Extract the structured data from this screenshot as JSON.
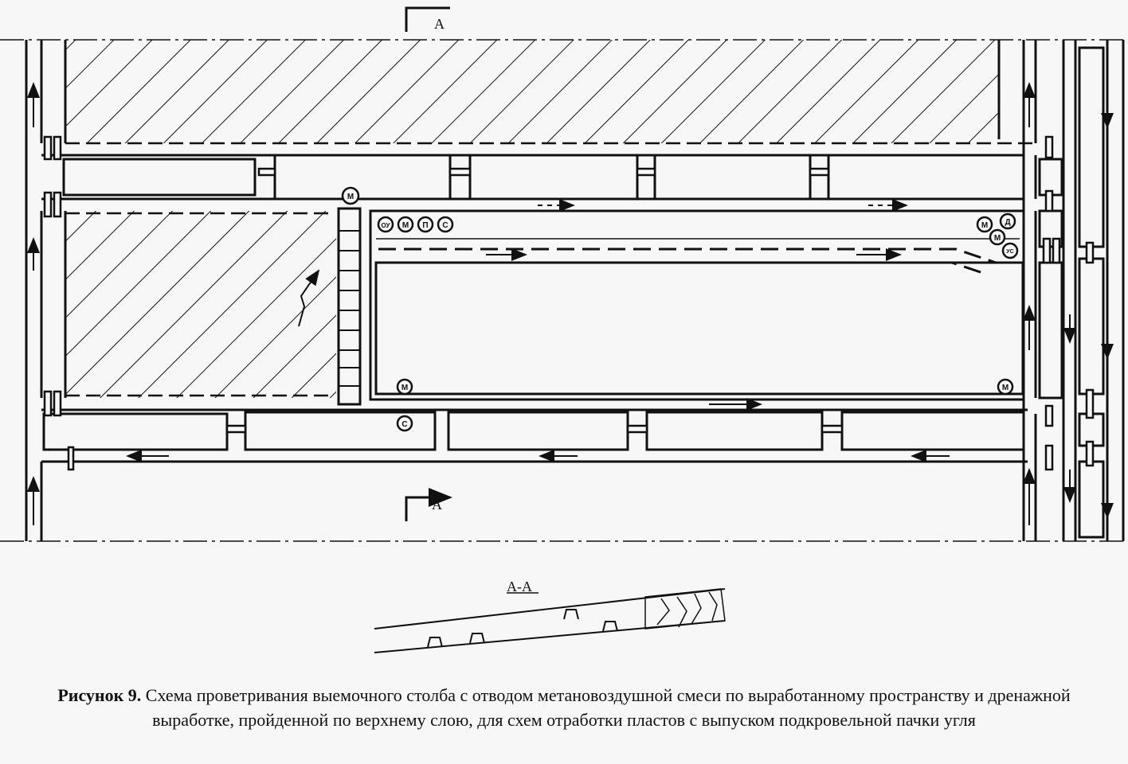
{
  "section_markers": {
    "top": "A",
    "bottom": "A"
  },
  "section_view": {
    "title": "А-А"
  },
  "sensors": {
    "top_left": [
      "ОУ",
      "М",
      "П",
      "С"
    ],
    "top_right": [
      "М",
      "Д",
      "М",
      "УС"
    ],
    "bottom_left": [
      "М",
      "С"
    ],
    "bottom_right": [
      "М"
    ],
    "junction_left": "М"
  },
  "caption": {
    "label": "Рисунок 9.",
    "text": " Схема проветривания выемочного столба с отводом метановоздушной смеси по выработанному пространству и дренажной выработке, пройденной по верхнему слою, для схем отработки пластов с выпуском подкровельной пачки угля"
  },
  "colors": {
    "ink": "#111111",
    "paper": "#f7f7f7"
  }
}
